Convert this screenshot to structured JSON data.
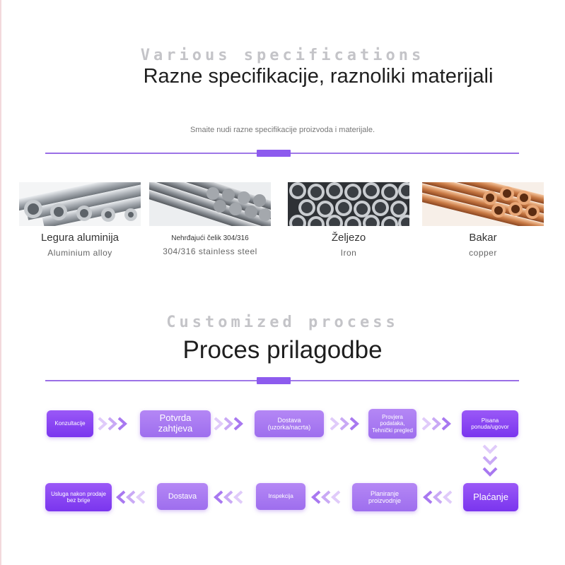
{
  "section1": {
    "english_heading": "Various specifications",
    "title": "Razne specifikacije, raznoliki materijali",
    "subtitle": "Smaite nudi razne specifikacije proizvoda i materijale."
  },
  "materials": [
    {
      "name": "Legura aluminija",
      "english": "Aluminium alloy",
      "image": "aluminium-tubes"
    },
    {
      "name": "Nehrđajući čelik 304/316",
      "english": "304/316 stainless steel",
      "image": "steel-bars"
    },
    {
      "name": "Željezo",
      "english": "Iron",
      "image": "iron-tubes"
    },
    {
      "name": "Bakar",
      "english": "copper",
      "image": "copper-tubes"
    }
  ],
  "section2": {
    "english_heading": "Customized process",
    "title": "Proces prilagodbe"
  },
  "process_steps": [
    {
      "label": "Konzultacije"
    },
    {
      "label": "Potvrda zahtjeva"
    },
    {
      "label": "Dostava (uzorka/nacrta)"
    },
    {
      "label": "Provjera podataka, Tehnički pregled"
    },
    {
      "label": "Pisana ponuda/ugovor"
    },
    {
      "label": "Plaćanje"
    },
    {
      "label": "Planiranje proizvodnje"
    },
    {
      "label": "Inspekcija"
    },
    {
      "label": "Dostava"
    },
    {
      "label": "Usluga nakon prodaje bez brige"
    }
  ],
  "colors": {
    "accent": "#8d5bee",
    "step_bright": "#8a45f2",
    "step_pale": "#a878f0",
    "chevron": "#c9a9f5"
  }
}
